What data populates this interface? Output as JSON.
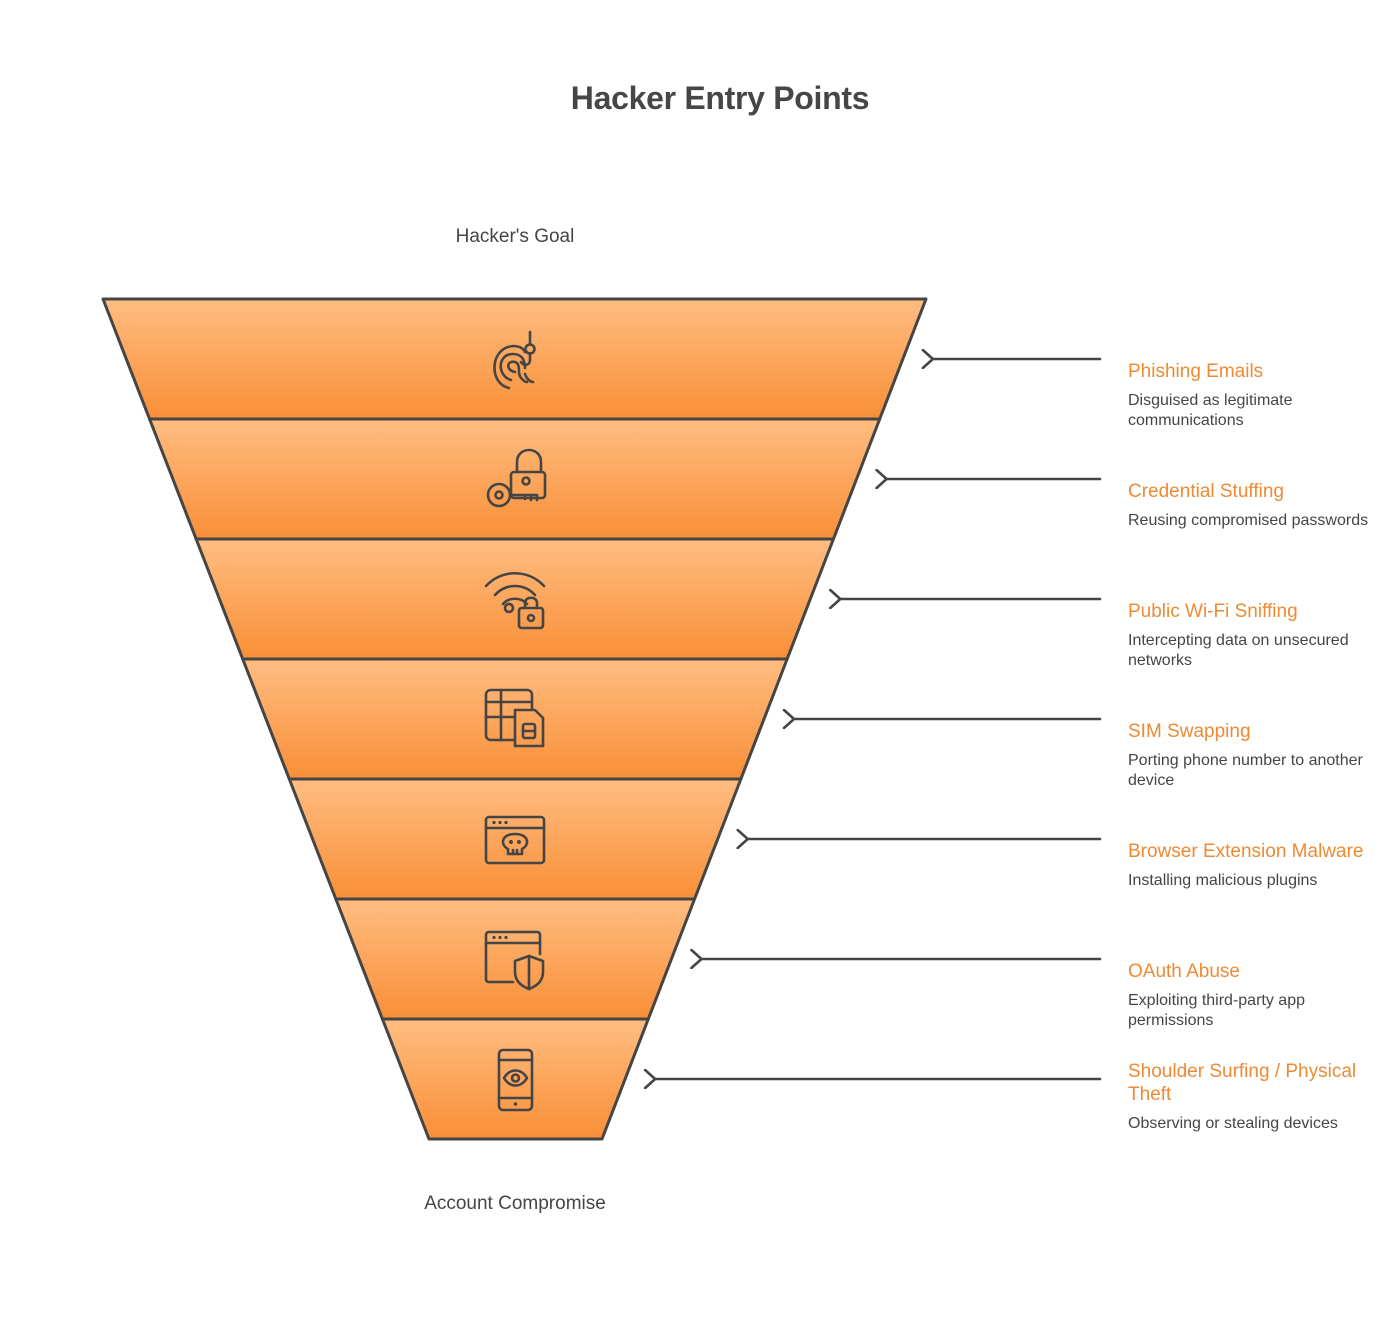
{
  "title": "Hacker Entry Points",
  "top_label": "Hacker's Goal",
  "bottom_label": "Account Compromise",
  "colors": {
    "layer_top": "#ffbd82",
    "layer_bottom": "#f98f37",
    "stroke": "#454545",
    "accent_text": "#ee8a33",
    "body_text": "#454545"
  },
  "layers": [
    {
      "icon": "fingerprint-hook-icon",
      "title": "Phishing Emails",
      "description": "Disguised as legitimate communications"
    },
    {
      "icon": "key-lock-icon",
      "title": "Credential Stuffing",
      "description": "Reusing compromised passwords"
    },
    {
      "icon": "wifi-lock-icon",
      "title": "Public Wi-Fi Sniffing",
      "description": "Intercepting data on unsecured networks"
    },
    {
      "icon": "sim-card-icon",
      "title": "SIM Swapping",
      "description": "Porting phone number to another device"
    },
    {
      "icon": "browser-skull-icon",
      "title": "Browser Extension Malware",
      "description": "Installing malicious plugins"
    },
    {
      "icon": "browser-shield-icon",
      "title": "OAuth Abuse",
      "description": "Exploiting third-party app permissions"
    },
    {
      "icon": "phone-eye-icon",
      "title": "Shoulder Surfing / Physical Theft",
      "description": "Observing or stealing devices"
    }
  ]
}
